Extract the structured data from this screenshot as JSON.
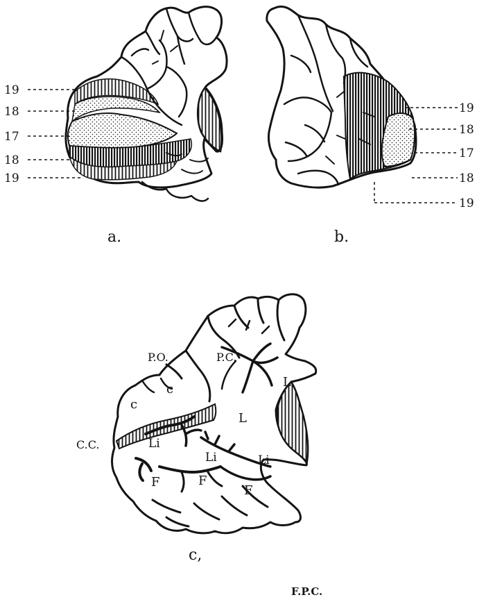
{
  "panel_a": {
    "caption": "a.",
    "labels": [
      "19",
      "18",
      "17",
      "18",
      "19"
    ]
  },
  "panel_b": {
    "caption": "b.",
    "labels": [
      "19",
      "18",
      "17",
      "18",
      "19"
    ]
  },
  "panel_c": {
    "caption": "c,",
    "labels": {
      "po": "P.O.",
      "pc": "P.C.",
      "l_upper": "L",
      "l_mid": "L",
      "c1": "c",
      "c2": "c",
      "cc": "C.C.",
      "li1": "Li",
      "li2": "Li",
      "li3": "Li",
      "f1": "F",
      "f2": "F",
      "f3": "F"
    }
  },
  "footer": {
    "signature": "F.P.C."
  },
  "colors": {
    "ink": "#141414",
    "paper": "#ffffff"
  }
}
